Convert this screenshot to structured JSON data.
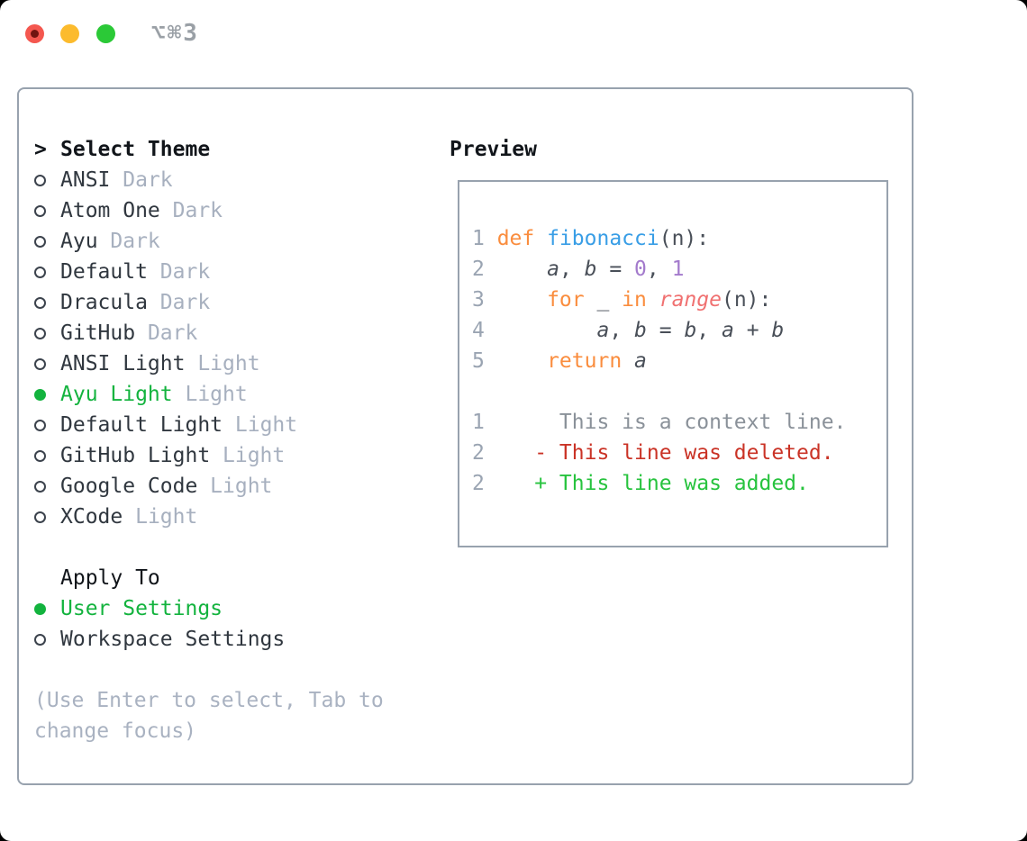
{
  "window": {
    "title": "⌥⌘3",
    "controls": [
      {
        "name": "close"
      },
      {
        "name": "minimize"
      },
      {
        "name": "zoom"
      }
    ]
  },
  "theme_picker": {
    "prompt": ">",
    "title": "Select Theme",
    "themes": [
      {
        "name": "ANSI",
        "variant": "Dark",
        "selected": false
      },
      {
        "name": "Atom One",
        "variant": "Dark",
        "selected": false
      },
      {
        "name": "Ayu",
        "variant": "Dark",
        "selected": false
      },
      {
        "name": "Default",
        "variant": "Dark",
        "selected": false
      },
      {
        "name": "Dracula",
        "variant": "Dark",
        "selected": false
      },
      {
        "name": "GitHub",
        "variant": "Dark",
        "selected": false
      },
      {
        "name": "ANSI Light",
        "variant": "Light",
        "selected": false
      },
      {
        "name": "Ayu Light",
        "variant": "Light",
        "selected": true
      },
      {
        "name": "Default Light",
        "variant": "Light",
        "selected": false
      },
      {
        "name": "GitHub Light",
        "variant": "Light",
        "selected": false
      },
      {
        "name": "Google Code",
        "variant": "Light",
        "selected": false
      },
      {
        "name": "XCode",
        "variant": "Light",
        "selected": false
      }
    ],
    "apply_to": {
      "title": "Apply To",
      "options": [
        {
          "label": "User Settings",
          "selected": true
        },
        {
          "label": "Workspace Settings",
          "selected": false
        }
      ]
    },
    "help_lines": [
      "(Use Enter to select, Tab to",
      "change focus)"
    ]
  },
  "preview": {
    "title": "Preview",
    "palette": {
      "keyword": "#fa8d3e",
      "function": "#399ee6",
      "number": "#a37acc",
      "special": "#f07171",
      "fg": "#494f58",
      "context": "#8a9199",
      "deleted": "#ca3326",
      "added": "#27c33e",
      "line_number": "#9aa4b2"
    },
    "lines": [
      {
        "num": "1",
        "tokens": [
          {
            "t": "def",
            "c": "keyword"
          },
          {
            "t": " ",
            "c": "fg"
          },
          {
            "t": "fibonacci",
            "c": "function"
          },
          {
            "t": "(n):",
            "c": "fg"
          }
        ]
      },
      {
        "num": "2",
        "tokens": [
          {
            "t": "    ",
            "c": "fg"
          },
          {
            "t": "a",
            "c": "fg",
            "i": true
          },
          {
            "t": ", ",
            "c": "fg"
          },
          {
            "t": "b",
            "c": "fg",
            "i": true
          },
          {
            "t": " = ",
            "c": "fg"
          },
          {
            "t": "0",
            "c": "number"
          },
          {
            "t": ", ",
            "c": "fg"
          },
          {
            "t": "1",
            "c": "number"
          }
        ]
      },
      {
        "num": "3",
        "tokens": [
          {
            "t": "    ",
            "c": "fg"
          },
          {
            "t": "for",
            "c": "keyword"
          },
          {
            "t": " _ ",
            "c": "fg"
          },
          {
            "t": "in",
            "c": "keyword"
          },
          {
            "t": " ",
            "c": "fg"
          },
          {
            "t": "range",
            "c": "special",
            "i": true
          },
          {
            "t": "(n):",
            "c": "fg"
          }
        ]
      },
      {
        "num": "4",
        "tokens": [
          {
            "t": "        ",
            "c": "fg"
          },
          {
            "t": "a",
            "c": "fg",
            "i": true
          },
          {
            "t": ", ",
            "c": "fg"
          },
          {
            "t": "b",
            "c": "fg",
            "i": true
          },
          {
            "t": " = ",
            "c": "fg"
          },
          {
            "t": "b",
            "c": "fg",
            "i": true
          },
          {
            "t": ", ",
            "c": "fg"
          },
          {
            "t": "a",
            "c": "fg",
            "i": true
          },
          {
            "t": " + ",
            "c": "fg"
          },
          {
            "t": "b",
            "c": "fg",
            "i": true
          }
        ]
      },
      {
        "num": "5",
        "tokens": [
          {
            "t": "    ",
            "c": "fg"
          },
          {
            "t": "return",
            "c": "keyword"
          },
          {
            "t": " ",
            "c": "fg"
          },
          {
            "t": "a",
            "c": "fg",
            "i": true
          }
        ]
      },
      {
        "num": "",
        "tokens": []
      },
      {
        "num": "1",
        "tokens": [
          {
            "t": "     This is a context line.",
            "c": "context"
          }
        ]
      },
      {
        "num": "2",
        "tokens": [
          {
            "t": "   - This line was deleted.",
            "c": "deleted"
          }
        ]
      },
      {
        "num": "2",
        "tokens": [
          {
            "t": "   + This line was added.",
            "c": "added"
          }
        ]
      }
    ]
  },
  "colors": {
    "selected_green": "#13b33e",
    "panel_border": "#98a2ae",
    "item_text": "#30373f",
    "variant_muted": "#a7b0bf",
    "heading": "#11151a",
    "help_text": "#a9b2c1",
    "traffic_red": "#f4574f",
    "traffic_yellow": "#fcbb2d",
    "traffic_green": "#2bc937",
    "window_title_gray": "#9aa0a6"
  }
}
